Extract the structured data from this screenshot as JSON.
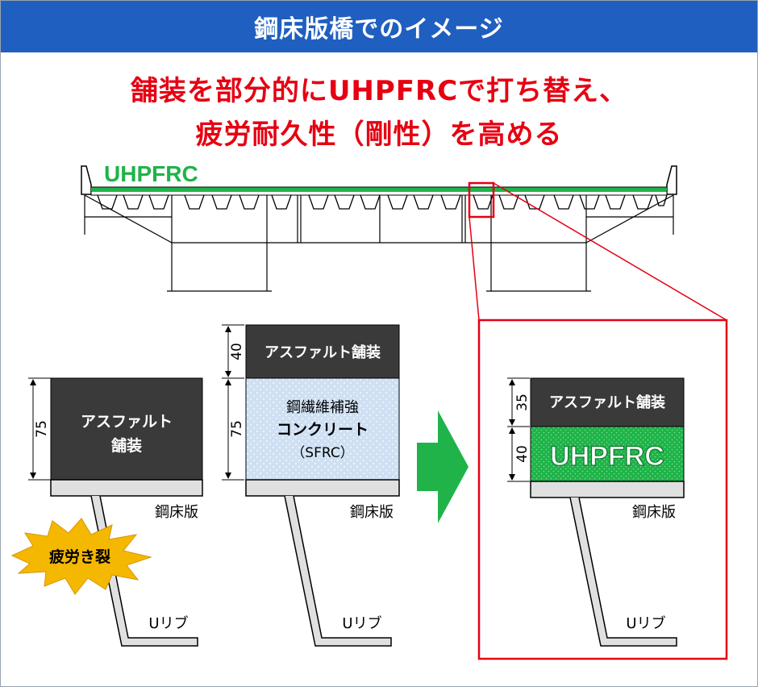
{
  "header": {
    "title": "鋼床版橋でのイメージ"
  },
  "headline": {
    "line1": "舗装を部分的にUHPFRCで打ち替え、",
    "line2": "疲労耐久性（剛性）を高める"
  },
  "bridge": {
    "uhpfrc_label": "UHPFRC"
  },
  "panel_left": {
    "dim": "75",
    "asphalt_line1": "アスファルト",
    "asphalt_line2": "舗装",
    "deck_label": "鋼床版",
    "crack_label": "疲労き裂",
    "rib_label": "Uリブ"
  },
  "panel_middle": {
    "dim_top": "40",
    "dim_bottom": "75",
    "asphalt_label": "アスファルト舗装",
    "sfrc_line1": "鋼繊維補強",
    "sfrc_line2": "コンクリート",
    "sfrc_line3": "（SFRC）",
    "deck_label": "鋼床版",
    "rib_label": "Uリブ"
  },
  "panel_right": {
    "dim_top": "35",
    "dim_bottom": "40",
    "asphalt_label": "アスファルト舗装",
    "uhpfrc_label": "UHPFRC",
    "deck_label": "鋼床版",
    "rib_label": "Uリブ"
  },
  "colors": {
    "header_bg": "#1f5fbf",
    "headline": "#e60012",
    "uhpfrc_green": "#1fb34a",
    "arrow_green": "#1fb34a",
    "asphalt": "#3a3a3a",
    "sfrc_fill": "#cfe0f3",
    "highlight_red": "#e60012",
    "crack_burst": "#f5b800"
  }
}
